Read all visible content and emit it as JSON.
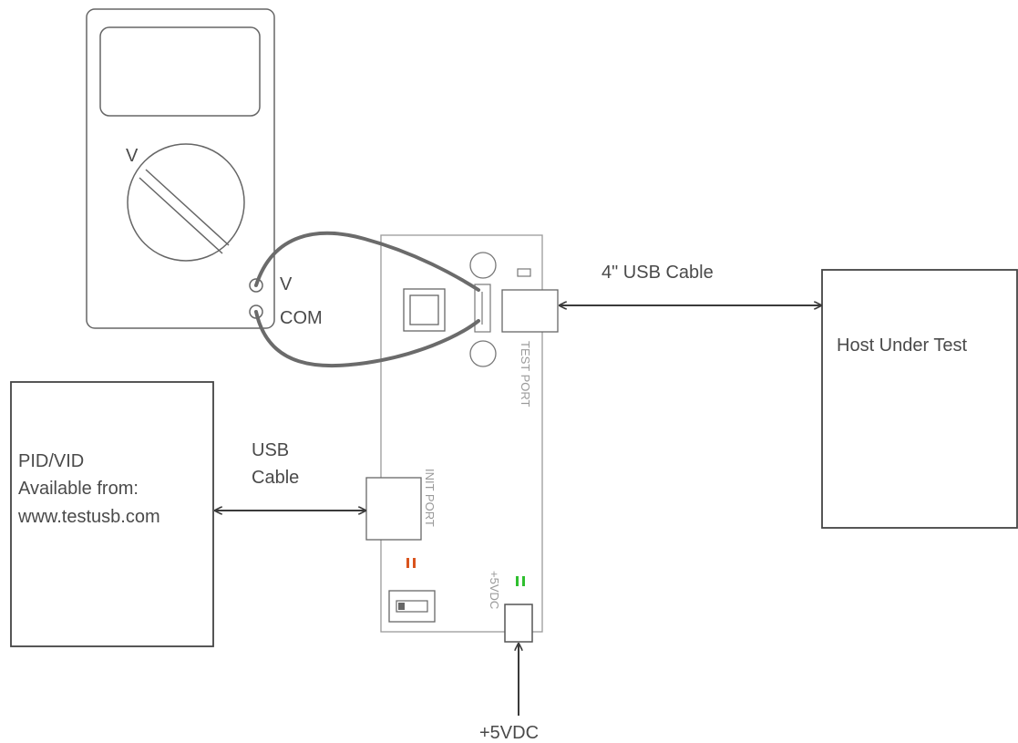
{
  "multimeter": {
    "dial_label": "V",
    "jack_v_label": "V",
    "jack_com_label": "COM"
  },
  "board": {
    "test_port_label": "TEST PORT",
    "init_port_label": "INIT PORT",
    "power_label": "+5VDC",
    "led_colors": {
      "init": "#d9541e",
      "power": "#2fbf2f"
    }
  },
  "host": {
    "label": "Host Under Test"
  },
  "pidvid": {
    "lines": [
      "PID/VID",
      "Available from:",
      "www.testusb.com"
    ]
  },
  "cables": {
    "test_cable_label": "4\" USB Cable",
    "init_cable_label_lines": [
      "USB",
      "Cable"
    ],
    "power_input_label": "+5VDC"
  },
  "colors": {
    "line": "#3a3a3a",
    "light_line": "#9a9a9a",
    "probe_wire": "#6b6b6b"
  }
}
